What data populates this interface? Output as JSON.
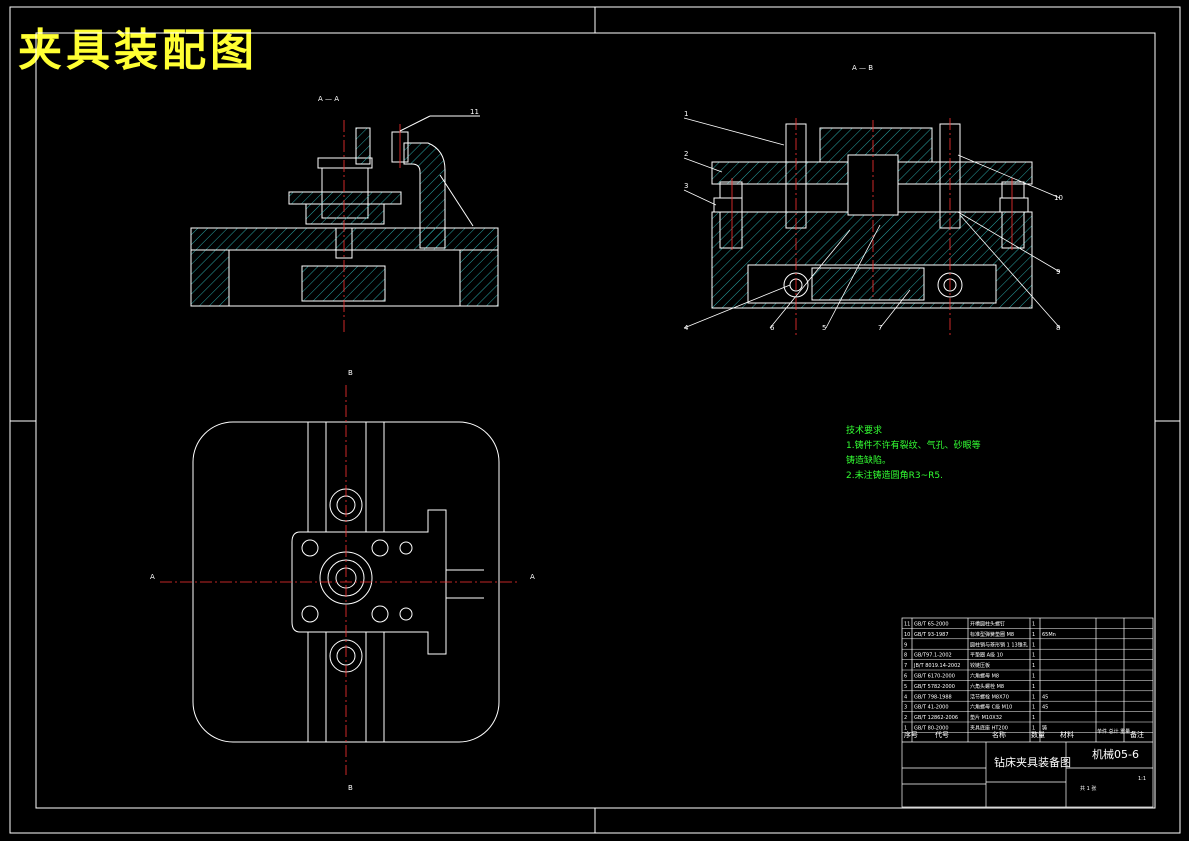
{
  "title": "夹具装配图",
  "views": {
    "section_aa": "A — A",
    "section_bb": "A — B",
    "plan_mark_top": "B",
    "plan_mark_bottom": "B",
    "plan_mark_left": "A",
    "plan_mark_right": "A"
  },
  "balloons": [
    "1",
    "2",
    "3",
    "4",
    "5",
    "6",
    "7",
    "8",
    "9",
    "10",
    "11"
  ],
  "tech_notes": {
    "heading": "技术要求",
    "lines": [
      "1.铸件不许有裂纹、气孔、砂眼等",
      "铸造缺陷。",
      "2.未注铸造圆角R3~R5."
    ]
  },
  "bom": {
    "header": {
      "no": "序号",
      "code": "代号",
      "name": "名称",
      "qty": "数量",
      "material": "材料",
      "weight": "单件 总计 重量",
      "remark": "备注"
    },
    "rows": [
      [
        "11",
        "GB/T 65-2000",
        "开槽圆柱头螺钉",
        "1",
        "",
        ""
      ],
      [
        "10",
        "GB/T 93-1987",
        "标准型弹簧垫圈 M8",
        "1",
        "65Mn",
        ""
      ],
      [
        "9",
        "",
        "圆柱销与菱形销 1 13锥孔",
        "1",
        "",
        ""
      ],
      [
        "8",
        "GB/T97.1-2002",
        "平垫圈 A级 10",
        "1",
        "",
        ""
      ],
      [
        "7",
        "JB/T 8019.14-2002",
        "铰链压板",
        "1",
        "",
        ""
      ],
      [
        "6",
        "GB/T 6170-2000",
        "六角螺母 M8",
        "1",
        "",
        ""
      ],
      [
        "5",
        "GB/T 5782-2000",
        "六角头螺栓 M8",
        "1",
        "",
        ""
      ],
      [
        "4",
        "GB/T 798-1988",
        "活节螺栓 M8X70",
        "1",
        "45",
        ""
      ],
      [
        "3",
        "GB/T 41-2000",
        "六角螺母 C级 M10",
        "1",
        "45",
        ""
      ],
      [
        "2",
        "GB/T 12862-2006",
        "垫片 M10X32",
        "1",
        "",
        ""
      ],
      [
        "1",
        "GB/T 80-2000",
        "夹具底座 HT200",
        "1",
        "铸",
        ""
      ]
    ]
  },
  "title_block": {
    "drawing_name": "钻床夹具装备图",
    "drawing_no": "机械05-6",
    "scale": "1:1",
    "sheet": "共 1 张"
  }
}
